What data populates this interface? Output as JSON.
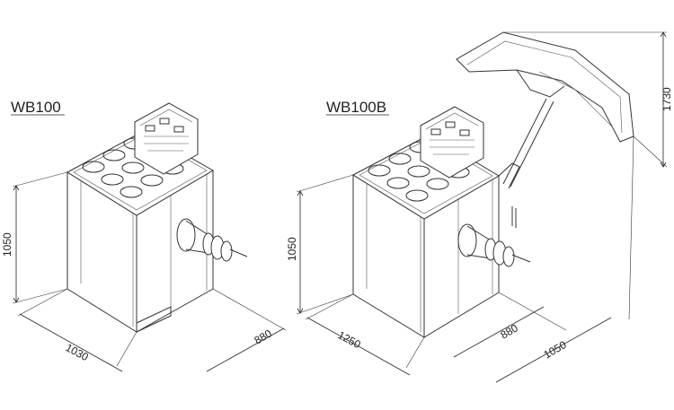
{
  "models": {
    "left": {
      "label": "WB100",
      "dims": {
        "height": "1050",
        "width": "1030",
        "depth": "880"
      }
    },
    "right": {
      "label": "WB100B",
      "dims": {
        "height": "1050",
        "hood_height": "1730",
        "width": "1250",
        "depth": "880",
        "depth_total": "1050"
      }
    }
  }
}
